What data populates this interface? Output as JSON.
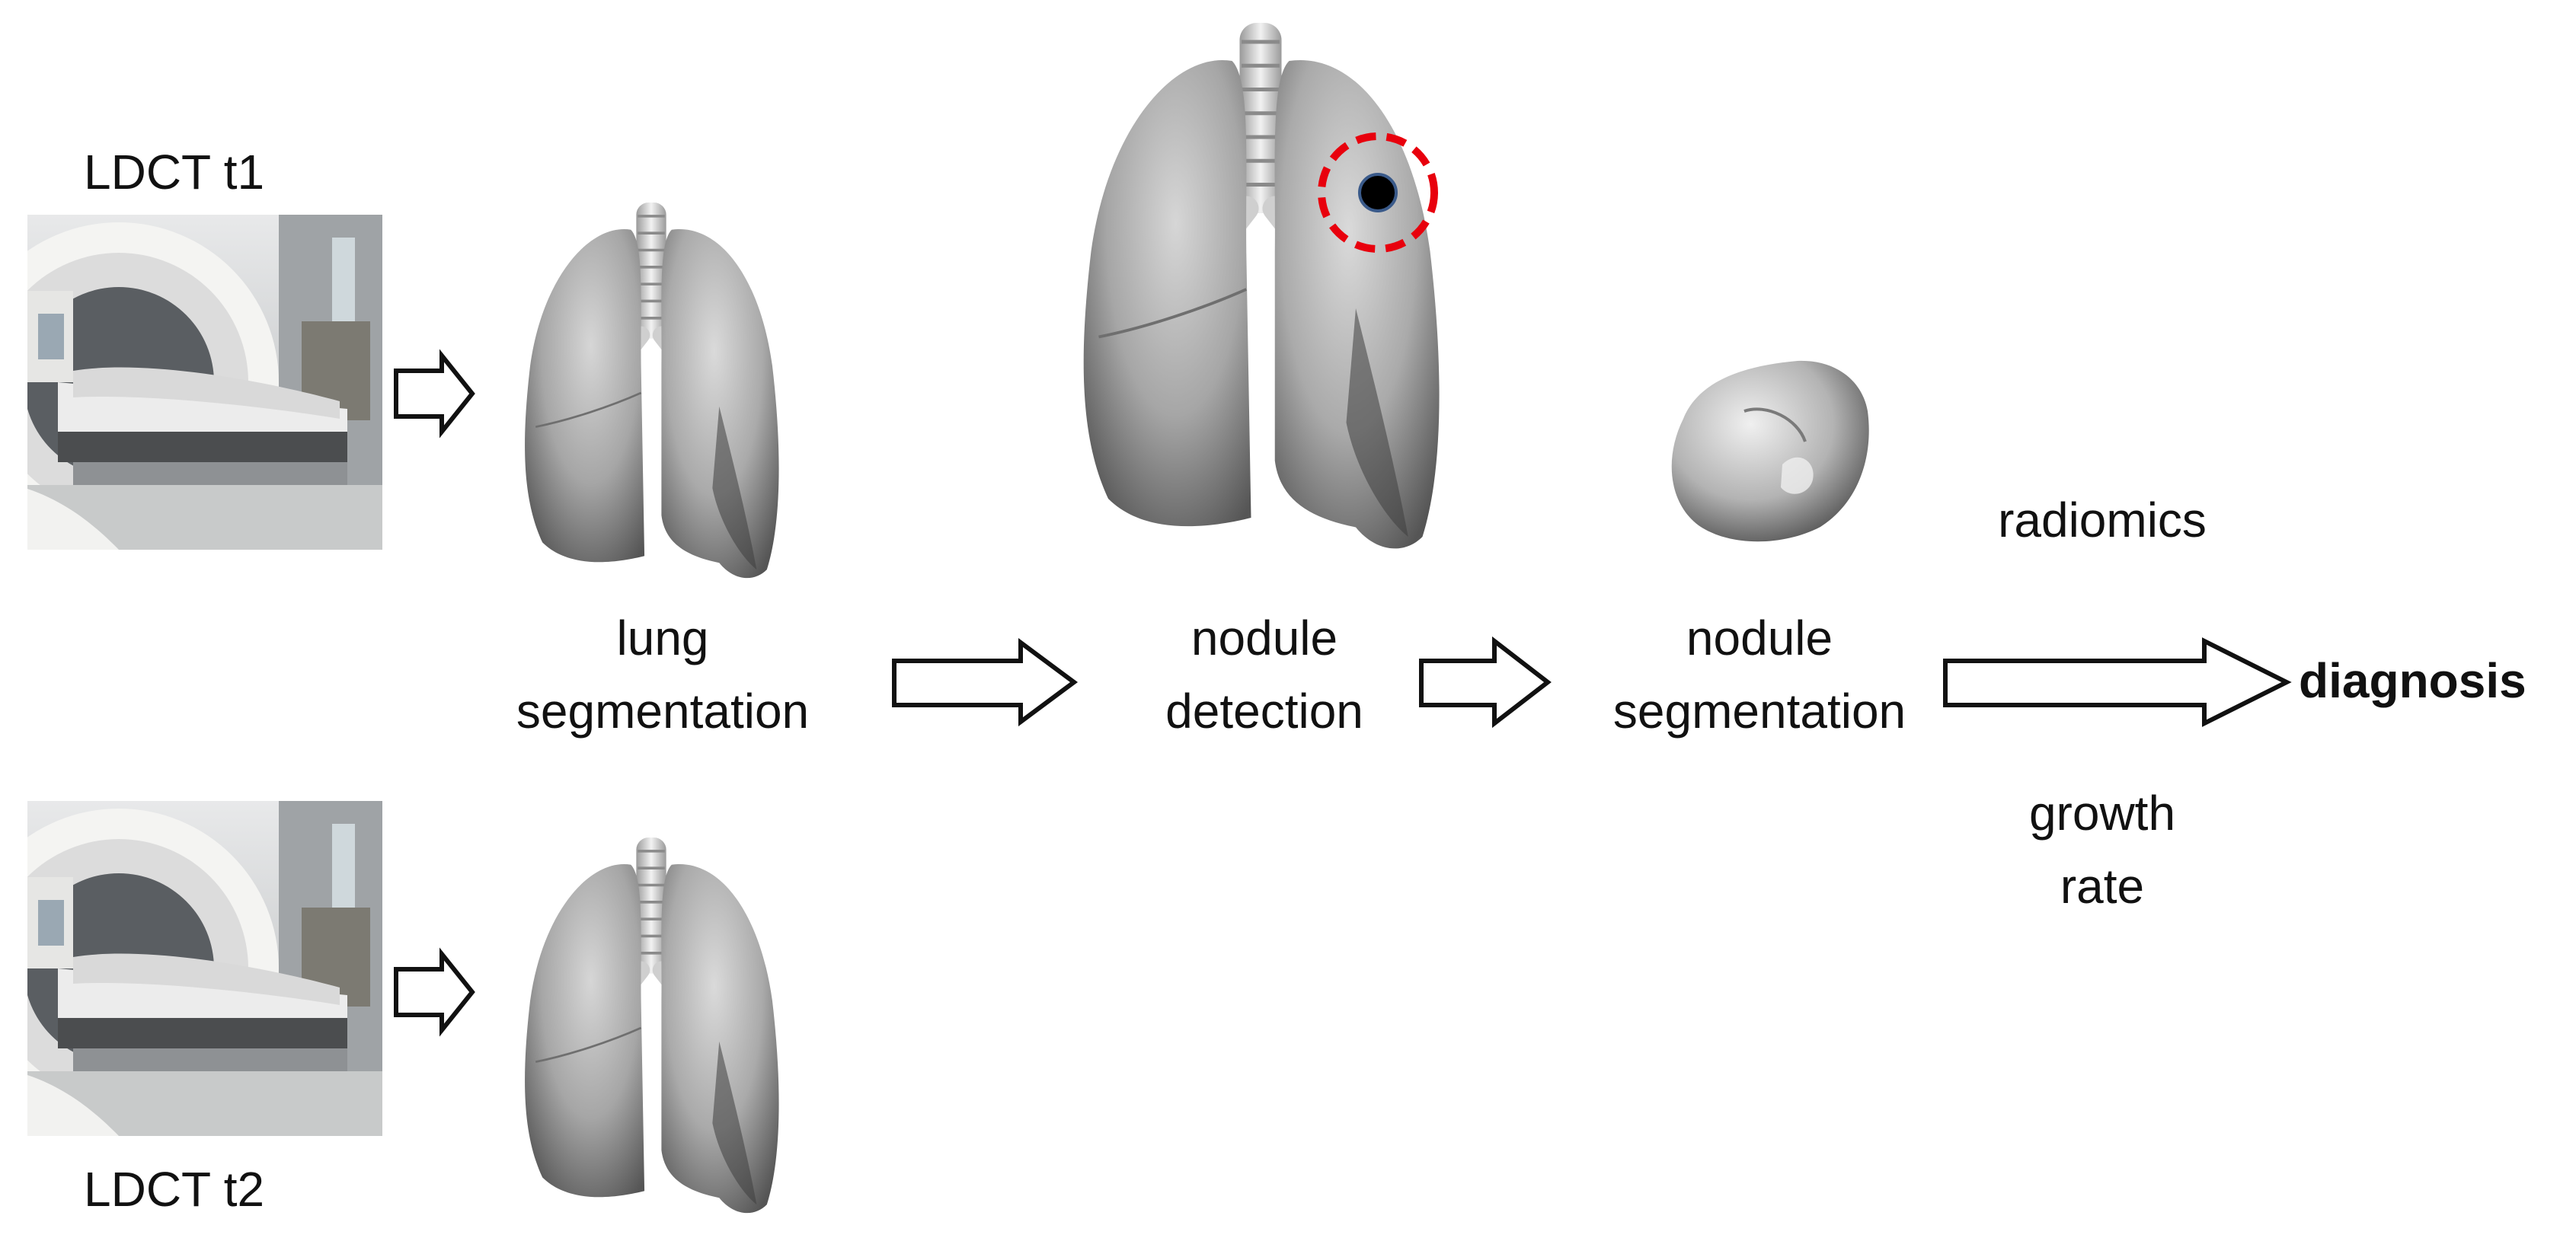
{
  "labels": {
    "scan_t1": "LDCT t1",
    "scan_t2": "LDCT t2",
    "lung_seg_line1": "lung",
    "lung_seg_line2": "segmentation",
    "nodule_det_line1": "nodule",
    "nodule_det_line2": "detection",
    "nodule_seg_line1": "nodule",
    "nodule_seg_line2": "segmentation",
    "radiomics": "radiomics",
    "growth_line1": "growth",
    "growth_line2": "rate",
    "diagnosis": "diagnosis"
  },
  "icons": {
    "scanner": "ct-scanner-photo-icon",
    "lung": "lung-render-icon",
    "nodule": "nodule-render-icon",
    "arrow": "hollow-right-arrow-icon"
  },
  "colors": {
    "nodule_marker": "#e8000d",
    "nodule_dot": "#000000",
    "arrow_stroke": "#111111",
    "lung_fill": "#a9a9a9"
  }
}
